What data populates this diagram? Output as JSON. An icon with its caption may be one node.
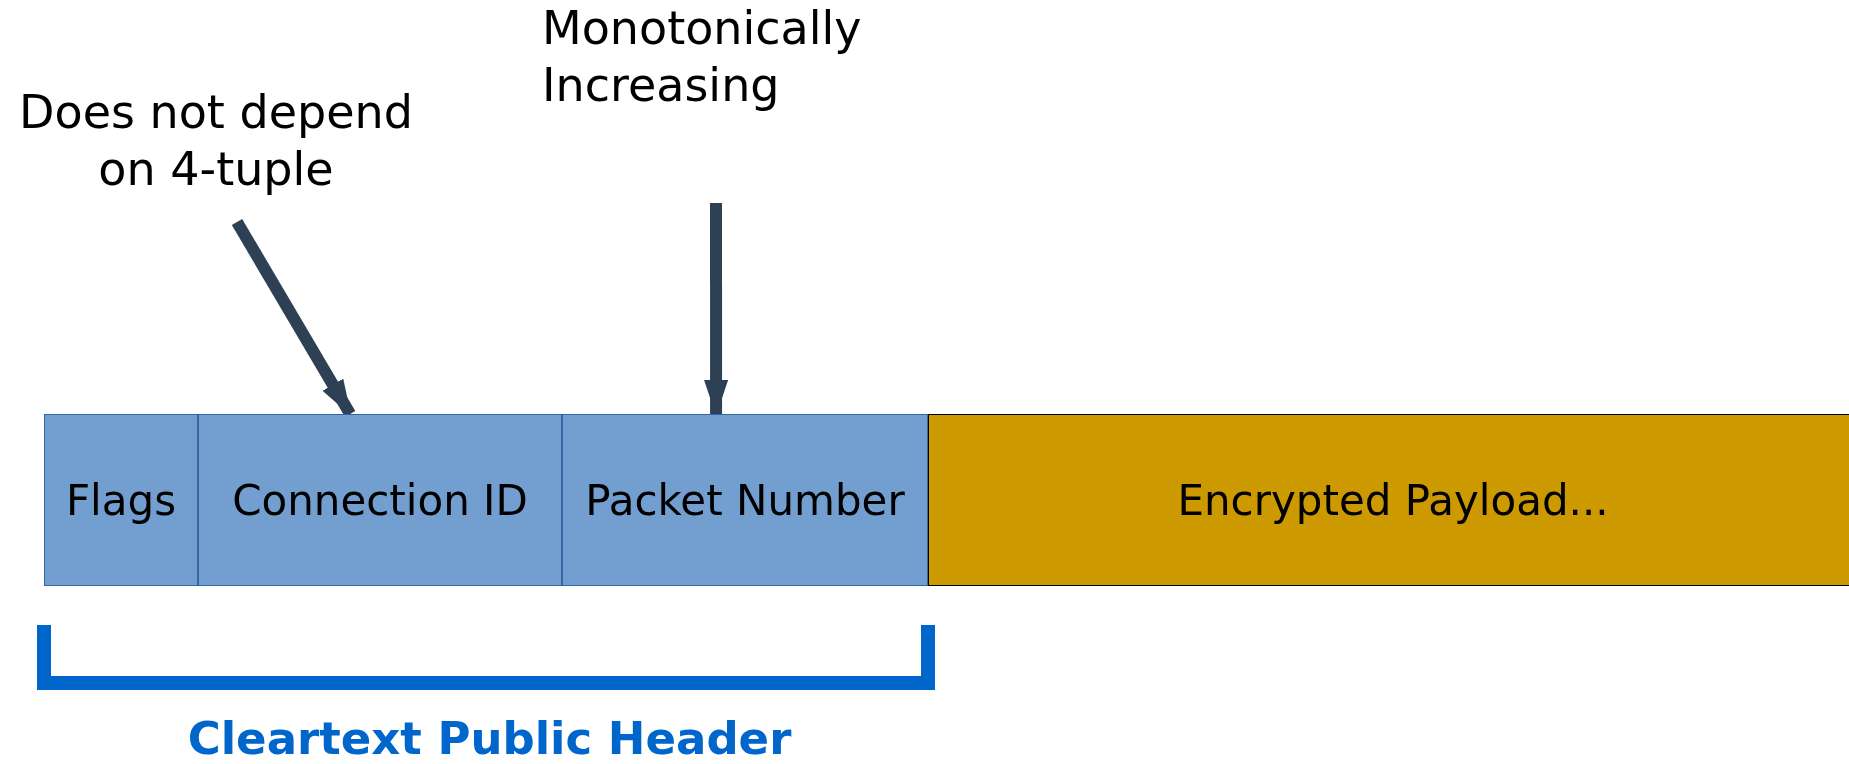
{
  "diagram": {
    "nodes": [
      {
        "text": [
          "Monotonically Increasing"
        ]
      },
      {
        "text": [
          "Does not depend on 4-tuple"
        ]
      },
      {
        "text": [
          "Flags"
        ]
      },
      {
        "text": [
          "Connection ID"
        ]
      },
      {
        "text": [
          "Packet Number"
        ]
      },
      {
        "text": [
          "Encrypted Payload..."
        ]
      }
    ],
    "edges": [
      {
        "from": 1,
        "to": 3,
        "arrow": "to"
      },
      {
        "from": 0,
        "to": 4,
        "arrow": "to"
      }
    ],
    "labels": [
      "Cleartext Public Header"
    ]
  }
}
